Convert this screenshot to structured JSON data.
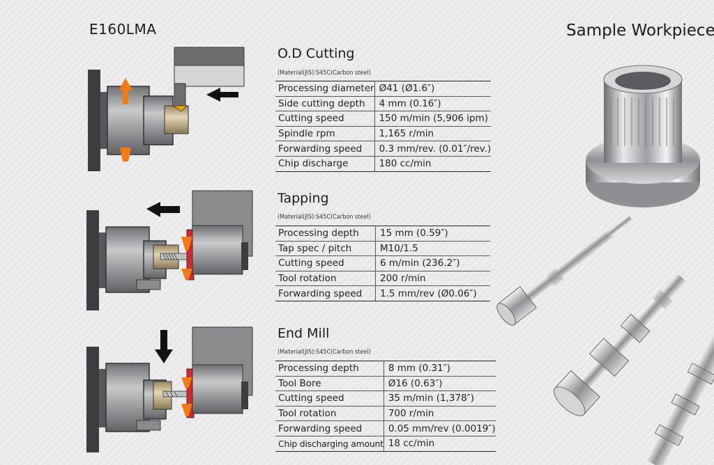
{
  "model": "E160LMA",
  "sample_title": "Sample Workpieces",
  "sections": [
    {
      "title": "O.D Cutting",
      "material": "(Material(JIS):S45C(Carbon steel)",
      "rows": [
        {
          "label": "Processing diameter",
          "value": "Ø41 (Ø1.6″)"
        },
        {
          "label": "Side cutting depth",
          "value": "4 mm (0.16″)"
        },
        {
          "label": "Cutting speed",
          "value": "150 m/min (5,906 ipm)"
        },
        {
          "label": "Spindle rpm",
          "value": "1,165 r/min"
        },
        {
          "label": "Forwarding speed",
          "value": "0.3 mm/rev. (0.01″/rev.)"
        },
        {
          "label": "Chip discharge",
          "value": "180 cc/min"
        }
      ]
    },
    {
      "title": "Tapping",
      "material": "(Material(JIS):S45C(Carbon steel)",
      "rows": [
        {
          "label": "Processing depth",
          "value": "15 mm (0.59″)"
        },
        {
          "label": "Tap spec / pitch",
          "value": "M10/1.5"
        },
        {
          "label": "Cutting speed",
          "value": "6 m/min (236.2″)"
        },
        {
          "label": "Tool rotation",
          "value": "200 r/min"
        },
        {
          "label": "Forwarding speed",
          "value": "1.5 mm/rev (Ø0.06″)"
        }
      ]
    },
    {
      "title": "End Mill",
      "material": "(Material(JIS):S45C(Carbon steel)",
      "rows": [
        {
          "label": "Processing depth",
          "value": "8 mm (0.31″)"
        },
        {
          "label": "Tool Bore",
          "value": "Ø16 (0.63″)"
        },
        {
          "label": "Cutting speed",
          "value": "35 m/min (1,378″)"
        },
        {
          "label": "Tool rotation",
          "value": "700 r/min"
        },
        {
          "label": "Forwarding speed",
          "value": "0.05 mm/rev (0.0019″)"
        },
        {
          "label": "Chip discharging amount",
          "value": "18 cc/min"
        }
      ]
    }
  ],
  "colors": {
    "accent_orange": "#f07c12",
    "tool_red": "#d8262c",
    "workpiece_tan": "#c9b48a"
  }
}
